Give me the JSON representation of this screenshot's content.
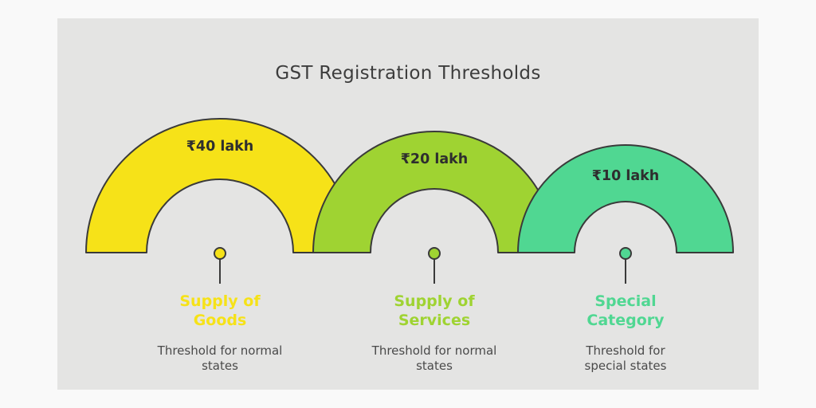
{
  "title": "GST Registration Thresholds",
  "colors": {
    "background": "#f9f9f9",
    "panel": "#e4e4e3",
    "outline": "#3a3a3a",
    "title_text": "#3d3d3d",
    "value_text": "#2e2e2e",
    "desc_text": "#4a4a4a"
  },
  "chart_data": {
    "type": "gauge-infographic",
    "title": "GST Registration Thresholds",
    "categories": [
      "Supply of Goods",
      "Supply of Services",
      "Special Category"
    ],
    "values_lakh": [
      40,
      20,
      10
    ],
    "value_labels": [
      "₹40 lakh",
      "₹20 lakh",
      "₹10 lakh"
    ],
    "descriptions": [
      "Threshold for normal states",
      "Threshold for normal states",
      "Threshold for special states"
    ]
  },
  "gauges": [
    {
      "value_label": "₹40 lakh",
      "name_line1": "Supply of",
      "name_line2": "Goods",
      "desc_line1": "Threshold for normal",
      "desc_line2": "states",
      "color": "#f6e218"
    },
    {
      "value_label": "₹20 lakh",
      "name_line1": "Supply of",
      "name_line2": "Services",
      "desc_line1": "Threshold for normal",
      "desc_line2": "states",
      "color": "#9fd332"
    },
    {
      "value_label": "₹10 lakh",
      "name_line1": "Special",
      "name_line2": "Category",
      "desc_line1": "Threshold for",
      "desc_line2": "special states",
      "color": "#50d792"
    }
  ]
}
